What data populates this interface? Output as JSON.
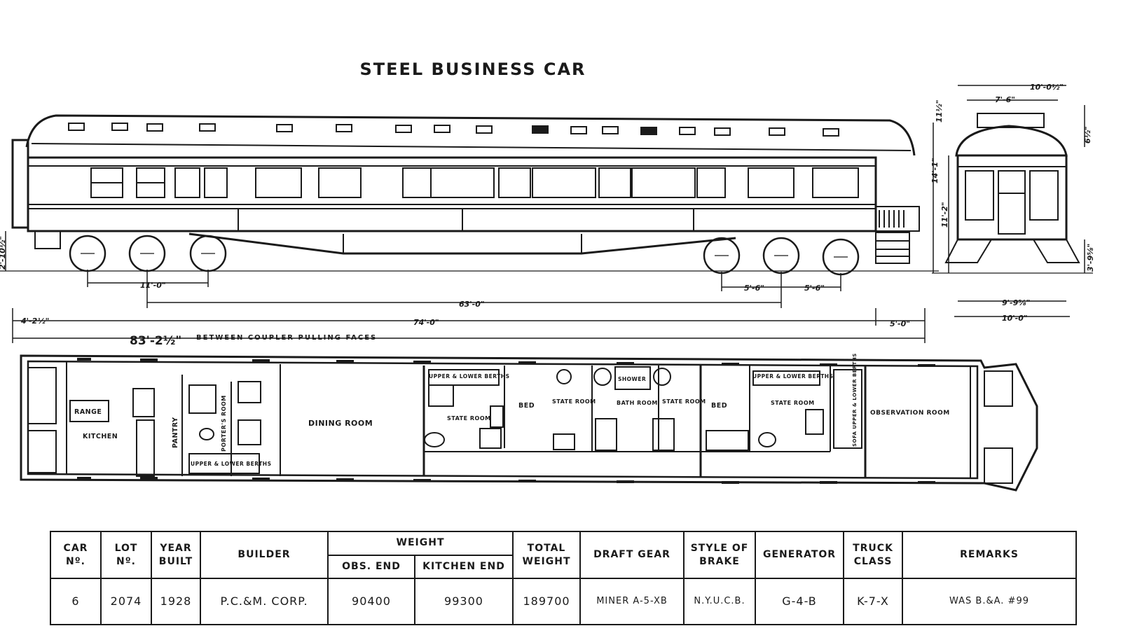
{
  "title": "STEEL BUSINESS CAR",
  "dimensions": {
    "coupler_length": "83'-2½\"",
    "coupler_note": "BETWEEN COUPLER PULLING FACES",
    "over_end_sills": "74'-0\"",
    "truck_centers": "63'-0\"",
    "wheelbase": "11'-0\"",
    "axle_a": "5'-6\"",
    "axle_b": "5'-6\"",
    "end_overhang": "5'-0\"",
    "left_overhang": "4'-2½\"",
    "coupler_height": "2'-10½\"",
    "height_roof": "14'-1\"",
    "height_body": "11'-2\"",
    "roof_top": "11½\"",
    "monitor": "6½\"",
    "rail_step": "3'-9⅝\"",
    "width_top": "10'-0½\"",
    "width_inner": "7'-6\"",
    "width_bottom_a": "9'-9⅝\"",
    "width_bottom_b": "10'-0\""
  },
  "rooms": {
    "range": "RANGE",
    "kitchen": "KITCHEN",
    "pantry": "PANTRY",
    "porters_room": "PORTER'S ROOM",
    "porter_berths": "UPPER & LOWER BERTHS",
    "dining": "DINING ROOM",
    "upper_lower_1": "UPPER & LOWER BERTHS",
    "state_1": "STATE ROOM",
    "bed_1": "BED",
    "state_2": "STATE ROOM",
    "shower": "SHOWER",
    "bath": "BATH ROOM",
    "state_3": "STATE ROOM",
    "bed_2": "BED",
    "upper_lower_2": "UPPER & LOWER BERTHS",
    "state_4": "STATE ROOM",
    "sofa": "SOFA UPPER & LOWER BERTHS",
    "observation": "OBSERVATION ROOM"
  },
  "table": {
    "headers": {
      "car_no": "CAR Nº.",
      "lot_no": "LOT Nº.",
      "year_built": "YEAR BUILT",
      "builder": "BUILDER",
      "weight": "WEIGHT",
      "obs_end": "OBS. END",
      "kitchen_end": "KITCHEN END",
      "total_weight": "TOTAL WEIGHT",
      "draft_gear": "DRAFT GEAR",
      "style_brake": "STYLE OF BRAKE",
      "generator": "GENERATOR",
      "truck_class": "TRUCK CLASS",
      "remarks": "REMARKS"
    },
    "row": {
      "car_no": "6",
      "lot_no": "2074",
      "year_built": "1928",
      "builder": "P.C.&M. CORP.",
      "obs_end": "90400",
      "kitchen_end": "99300",
      "total_weight": "189700",
      "draft_gear": "MINER A-5-XB",
      "style_brake": "N.Y.U.C.B.",
      "generator": "G-4-B",
      "truck_class": "K-7-X",
      "remarks": "WAS B.&A. #99"
    }
  }
}
